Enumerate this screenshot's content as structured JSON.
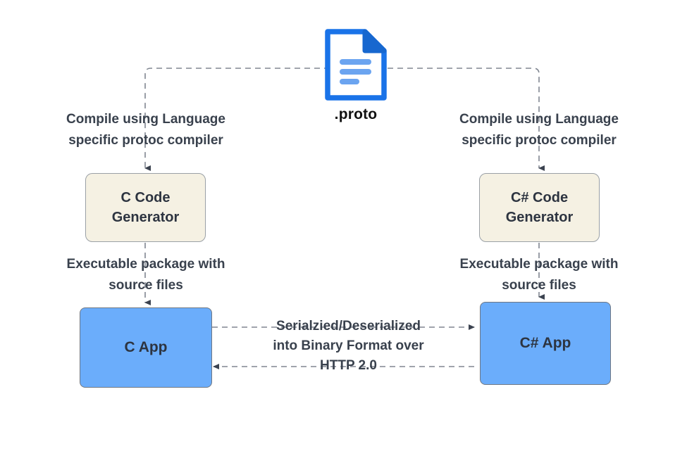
{
  "diagram": {
    "title": "gRPC proto compilation and communication flow",
    "colors": {
      "codegen_fill": "#F5F1E3",
      "codegen_stroke": "#9AA0A6",
      "app_fill": "#6BADFB",
      "app_stroke": "#6F7782",
      "text": "#39414D",
      "icon_blue": "#1A73E8",
      "icon_line_blue": "#6BA4F0",
      "connector": "#808691"
    },
    "source": {
      "icon_name": "proto-file-icon",
      "label": ".proto"
    },
    "left_branch": {
      "compile_caption": "Compile using Language\nspecific protoc compiler",
      "generator_label": "C Code\nGenerator",
      "package_caption": "Executable package with\nsource files",
      "app_label": "C App"
    },
    "right_branch": {
      "compile_caption": "Compile using Language\nspecific protoc compiler",
      "generator_label": "C# Code\nGenerator",
      "package_caption": "Executable package with\nsource files",
      "app_label": "C# App"
    },
    "link": {
      "caption": "Serialzied/Deserialized\ninto Binary Format over\nHTTP 2.0"
    }
  }
}
